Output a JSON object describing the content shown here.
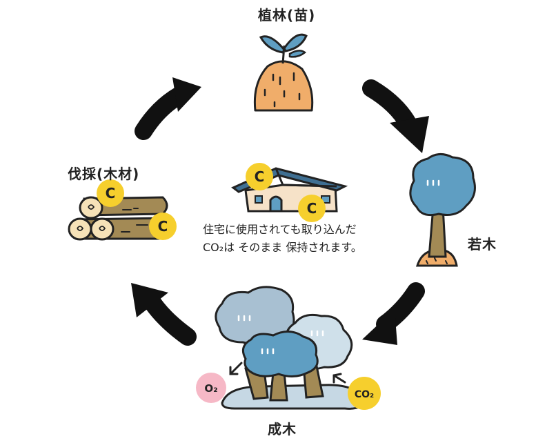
{
  "stages": {
    "top": "植林(苗)",
    "right": "若木",
    "bottom": "成木",
    "left": "伐採(木材)"
  },
  "center_note": {
    "line1": "住宅に使用されても取り込んだ",
    "line2": "CO₂は そのまま 保持されます。"
  },
  "carbon_symbol": "C",
  "gases": {
    "oxygen": "O₂",
    "co2": "CO₂"
  },
  "colors": {
    "carbon": "#f6cf2d",
    "oxygen": "#f6b8c6",
    "tree_blue": "#5f9ec2",
    "tree_grey": "#a8c0d2",
    "trunk": "#a38a55",
    "soil": "#f0ad6a",
    "arrow": "#111111"
  }
}
